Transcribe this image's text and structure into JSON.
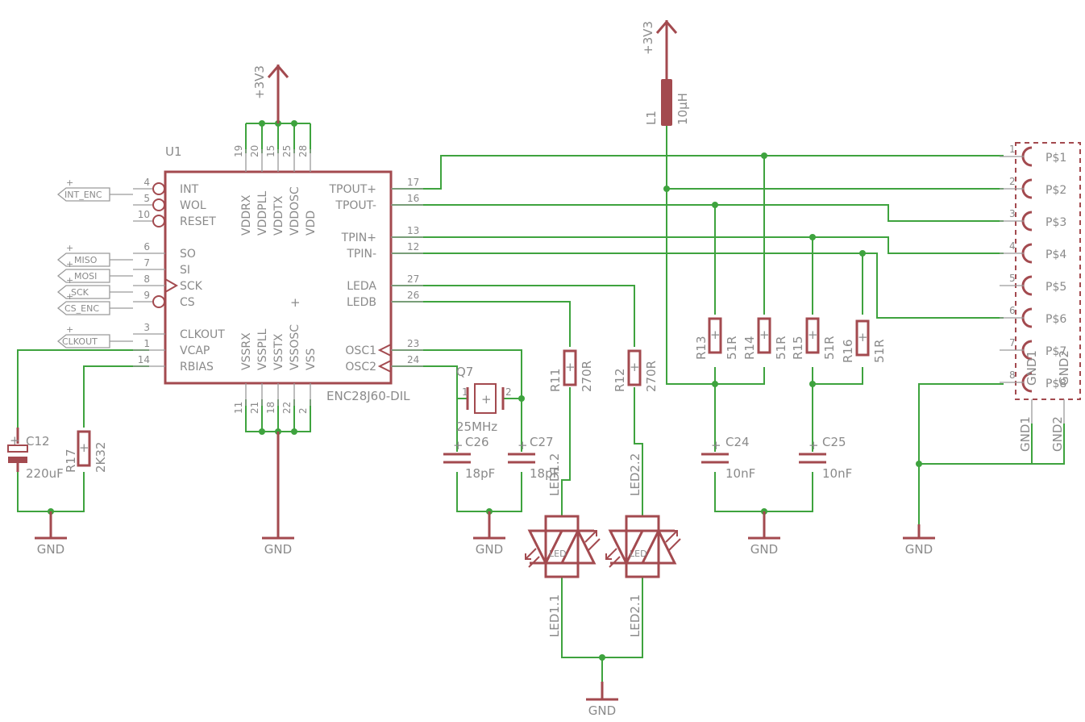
{
  "colors": {
    "wire": "#3ea33e",
    "symbol": "#a34a4f",
    "text": "#8a8a8a"
  },
  "ic": {
    "ref": "U1",
    "part": "ENC28J60-DIL",
    "left_pins": [
      {
        "num": "4",
        "name": "INT"
      },
      {
        "num": "5",
        "name": "WOL"
      },
      {
        "num": "10",
        "name": "RESET"
      },
      {
        "num": "6",
        "name": "SO"
      },
      {
        "num": "7",
        "name": "SI"
      },
      {
        "num": "8",
        "name": "SCK"
      },
      {
        "num": "9",
        "name": "CS"
      },
      {
        "num": "3",
        "name": "CLKOUT"
      },
      {
        "num": "1",
        "name": "VCAP"
      },
      {
        "num": "14",
        "name": "RBIAS"
      }
    ],
    "right_pins": [
      {
        "num": "17",
        "name": "TPOUT+"
      },
      {
        "num": "16",
        "name": "TPOUT-"
      },
      {
        "num": "13",
        "name": "TPIN+"
      },
      {
        "num": "12",
        "name": "TPIN-"
      },
      {
        "num": "27",
        "name": "LEDA"
      },
      {
        "num": "26",
        "name": "LEDB"
      },
      {
        "num": "23",
        "name": "OSC1"
      },
      {
        "num": "24",
        "name": "OSC2"
      }
    ],
    "top_pins": [
      {
        "num": "19",
        "name": "VDDRX"
      },
      {
        "num": "20",
        "name": "VDDPLL"
      },
      {
        "num": "15",
        "name": "VDDTX"
      },
      {
        "num": "25",
        "name": "VDDOSC"
      },
      {
        "num": "28",
        "name": "VDD"
      }
    ],
    "bottom_pins": [
      {
        "num": "11",
        "name": "VSSRX"
      },
      {
        "num": "21",
        "name": "VSSPLL"
      },
      {
        "num": "18",
        "name": "VSSTX"
      },
      {
        "num": "22",
        "name": "VSSOSC"
      },
      {
        "num": "2",
        "name": "VSS"
      }
    ]
  },
  "net_labels": [
    "INT_ENC",
    "MISO",
    "MOSI",
    "SCK",
    "CS_ENC",
    "CLKOUT"
  ],
  "supplies": [
    "+3V3",
    "+3V3"
  ],
  "grounds": [
    "GND",
    "GND",
    "GND",
    "GND",
    "GND",
    "GND"
  ],
  "components": {
    "L1": {
      "ref": "L1",
      "value": "10µH"
    },
    "C12": {
      "ref": "C12",
      "value": "220uF"
    },
    "R17": {
      "ref": "R17",
      "value": "2K32"
    },
    "Q7": {
      "ref": "Q7",
      "value": "25MHz"
    },
    "C26": {
      "ref": "C26",
      "value": "18pF"
    },
    "C27": {
      "ref": "C27",
      "value": "18pF"
    },
    "R11": {
      "ref": "R11",
      "value": "270R"
    },
    "R12": {
      "ref": "R12",
      "value": "270R"
    },
    "R13": {
      "ref": "R13",
      "value": "51R"
    },
    "R14": {
      "ref": "R14",
      "value": "51R"
    },
    "R15": {
      "ref": "R15",
      "value": "51R"
    },
    "R16": {
      "ref": "R16",
      "value": "51R"
    },
    "C24": {
      "ref": "C24",
      "value": "10nF"
    },
    "C25": {
      "ref": "C25",
      "value": "10nF"
    }
  },
  "leds": {
    "led1": {
      "pin_top": "LED1.2",
      "pin_bottom": "LED1.1"
    },
    "led2": {
      "pin_top": "LED2.2",
      "pin_bottom": "LED2.1"
    }
  },
  "jack": {
    "pins": [
      {
        "num": "1",
        "name": "P$1"
      },
      {
        "num": "2",
        "name": "P$2"
      },
      {
        "num": "3",
        "name": "P$3"
      },
      {
        "num": "4",
        "name": "P$4"
      },
      {
        "num": "5",
        "name": "P$5"
      },
      {
        "num": "6",
        "name": "P$6"
      },
      {
        "num": "7",
        "name": "P$7"
      },
      {
        "num": "8",
        "name": "P$8"
      }
    ],
    "gnd_labels": [
      "GND1",
      "GND2"
    ]
  }
}
